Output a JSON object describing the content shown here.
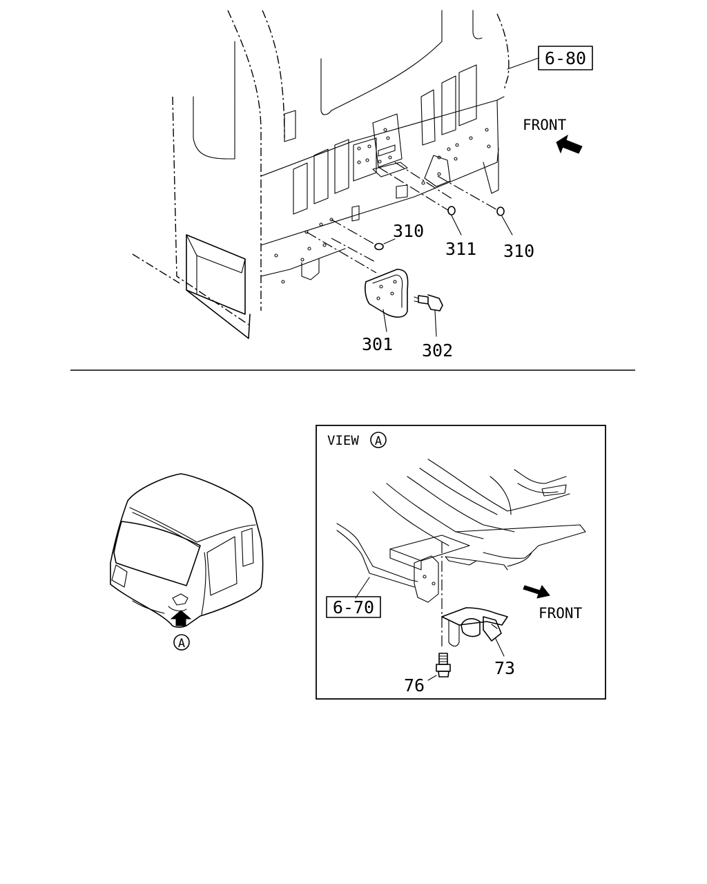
{
  "upper_view": {
    "ref_box": "6-80",
    "front_label": "FRONT",
    "callouts": {
      "c310_a": "310",
      "c311": "311",
      "c310_b": "310",
      "c301": "301",
      "c302": "302"
    }
  },
  "lower_left": {
    "view_marker": "A"
  },
  "detail_view": {
    "title": "VIEW",
    "title_marker": "A",
    "ref_box": "6-70",
    "front_label": "FRONT",
    "callouts": {
      "c73": "73",
      "c76": "76"
    }
  }
}
